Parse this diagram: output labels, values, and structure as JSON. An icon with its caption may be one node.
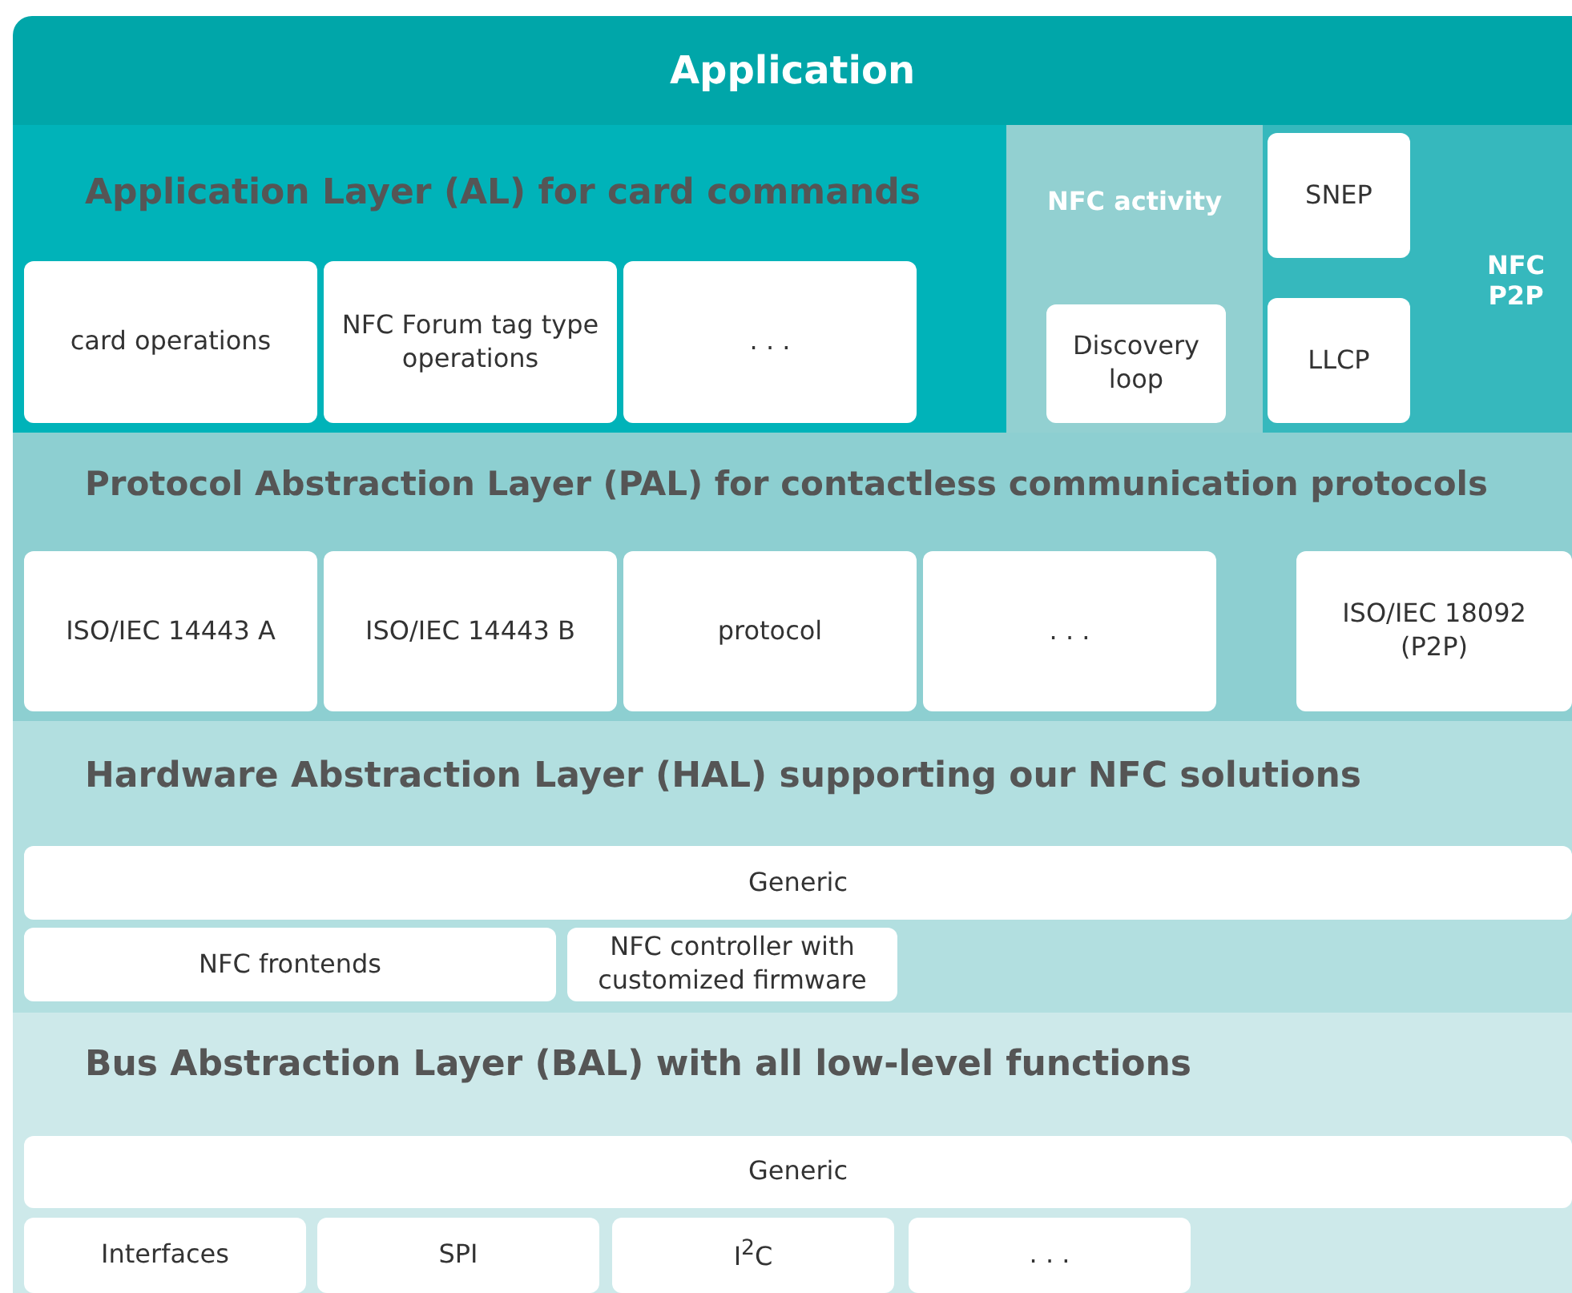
{
  "diagram": {
    "nodes": [
      {
        "text": [
          "Application"
        ]
      },
      {
        "text": [
          "Application Layer (AL) for card commands"
        ]
      },
      {
        "text": [
          "card operations"
        ],
        "in": 1
      },
      {
        "text": [
          "NFC Forum tag type operations"
        ],
        "in": 1
      },
      {
        "text": [
          ". . ."
        ],
        "in": 1
      },
      {
        "text": [
          "NFC activity"
        ]
      },
      {
        "text": [
          "Discovery loop"
        ],
        "in": 5
      },
      {
        "text": [
          "NFC P2P"
        ]
      },
      {
        "text": [
          "SNEP"
        ],
        "in": 7
      },
      {
        "text": [
          "LLCP"
        ],
        "in": 7
      },
      {
        "text": [
          "Protocol Abstraction Layer (PAL) for contactless communication protocols"
        ]
      },
      {
        "text": [
          "ISO/IEC 14443 A"
        ],
        "in": 10
      },
      {
        "text": [
          "ISO/IEC 14443 B"
        ],
        "in": 10
      },
      {
        "text": [
          "protocol"
        ],
        "in": 10
      },
      {
        "text": [
          ". . ."
        ],
        "in": 10
      },
      {
        "text": [
          "ISO/IEC 18092 (P2P)"
        ],
        "in": 10
      },
      {
        "text": [
          "Hardware Abstraction Layer (HAL) supporting our NFC solutions"
        ]
      },
      {
        "text": [
          "Generic"
        ],
        "in": 16
      },
      {
        "text": [
          "NFC frontends"
        ],
        "in": 16
      },
      {
        "text": [
          "NFC controller with customized firmware"
        ],
        "in": 16
      },
      {
        "text": [
          "Bus Abstraction Layer (BAL) with all low-level functions"
        ]
      },
      {
        "text": [
          "Generic"
        ],
        "in": 20
      },
      {
        "text": [
          "Interfaces"
        ],
        "in": 20
      },
      {
        "text": [
          "SPI"
        ],
        "in": 20
      },
      {
        "text": [
          "I$^{2}$C"
        ],
        "in": 20
      },
      {
        "text": [
          ". . ."
        ],
        "in": 20
      }
    ],
    "edges": []
  }
}
